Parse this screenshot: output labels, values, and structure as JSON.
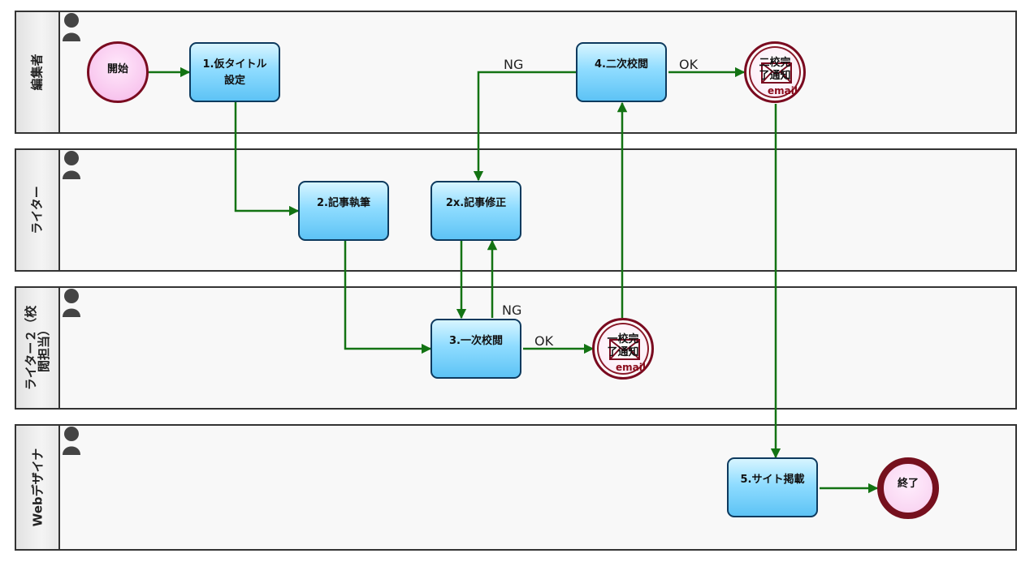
{
  "lanes": [
    {
      "name": "編集者"
    },
    {
      "name": "ライター"
    },
    {
      "name": "ライター２（校\n閲担当）"
    },
    {
      "name": "Webデザイナ"
    }
  ],
  "nodes": {
    "start": "開始",
    "task1": "1.仮タイトル\n設定",
    "task2": "2.記事執筆",
    "task2x": "2x.記事修正",
    "task3": "3.一次校閲",
    "task4": "4.二次校閲",
    "task5": "5.サイト掲載",
    "end": "終了",
    "notify1": {
      "line1": "一校完",
      "line2": "了通知",
      "channel": "email"
    },
    "notify2": {
      "line1": "二校完",
      "line2": "了通知",
      "channel": "email"
    }
  },
  "flow_labels": {
    "t4_ng": "NG",
    "t4_ok": "OK",
    "t3_ng": "NG",
    "t3_ok": "OK"
  },
  "colors": {
    "arrow": "#137313",
    "task_border": "#0d3a5e",
    "event_border": "#7a0b20"
  },
  "icons": {
    "lane_role": "person-icon",
    "message_event": "envelope-icon"
  }
}
